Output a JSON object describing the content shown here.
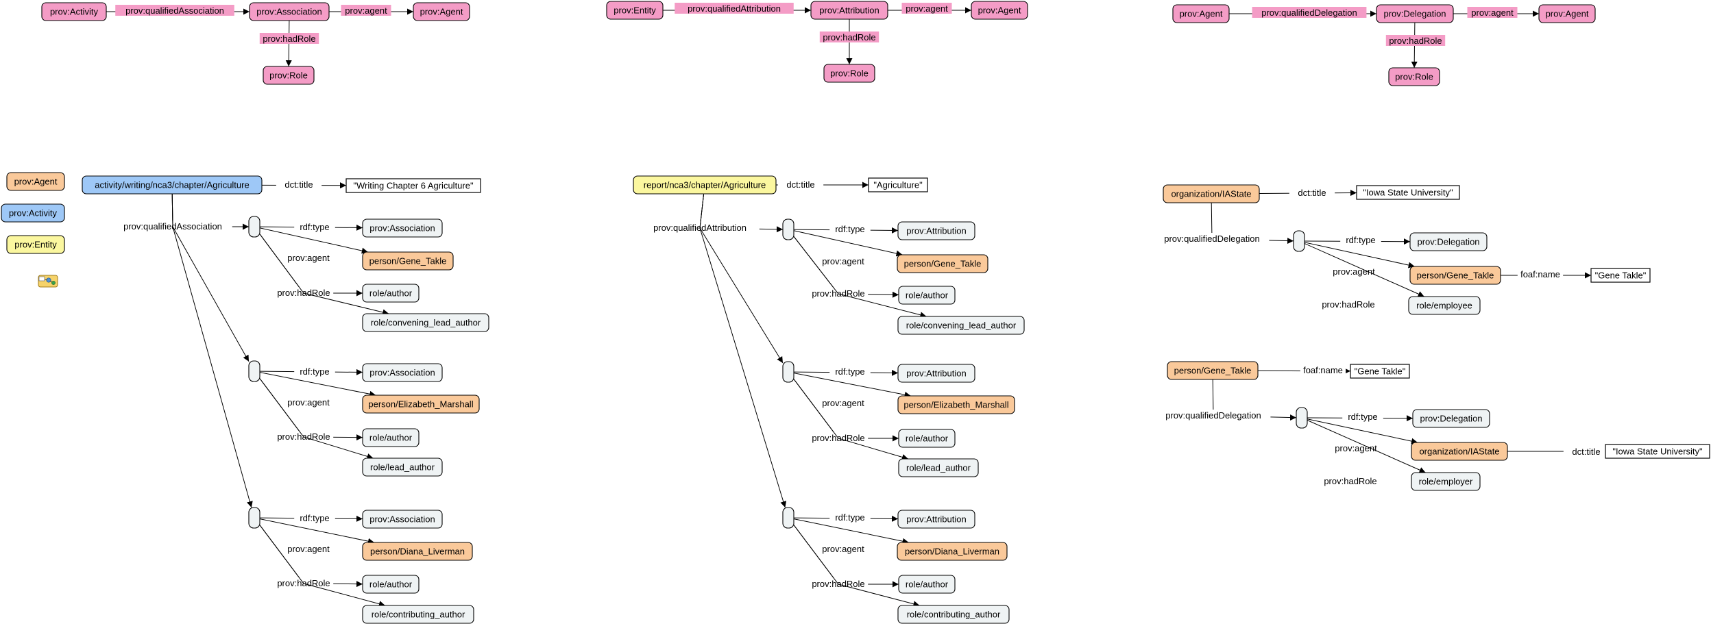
{
  "colors": {
    "prov_pink": "#f49cc6",
    "agent_orange": "#fac99a",
    "activity_blue": "#9ec8f7",
    "entity_yellow": "#fbf79f",
    "instance_grey": "#eff3f4",
    "edge_label_pink": "#f49cc6",
    "stroke": "#000000"
  },
  "icons": {
    "legend_icon": "rdf-graph-icon"
  },
  "legend": [
    {
      "id": "legend-agent",
      "label": "prov:Agent",
      "style": "agent"
    },
    {
      "id": "legend-activity",
      "label": "prov:Activity",
      "style": "activity"
    },
    {
      "id": "legend-entity",
      "label": "prov:Entity",
      "style": "entity"
    }
  ],
  "nodes": [
    {
      "id": "pa_activity",
      "label": "prov:Activity",
      "style": "prov"
    },
    {
      "id": "pa_association",
      "label": "prov:Association",
      "style": "prov"
    },
    {
      "id": "pa_agent",
      "label": "prov:Agent",
      "style": "prov"
    },
    {
      "id": "pa_role",
      "label": "prov:Role",
      "style": "prov"
    },
    {
      "id": "pb_entity",
      "label": "prov:Entity",
      "style": "prov"
    },
    {
      "id": "pb_attribution",
      "label": "prov:Attribution",
      "style": "prov"
    },
    {
      "id": "pb_agent",
      "label": "prov:Agent",
      "style": "prov"
    },
    {
      "id": "pb_role",
      "label": "prov:Role",
      "style": "prov"
    },
    {
      "id": "pc_agent1",
      "label": "prov:Agent",
      "style": "prov"
    },
    {
      "id": "pc_delegation",
      "label": "prov:Delegation",
      "style": "prov"
    },
    {
      "id": "pc_agent2",
      "label": "prov:Agent",
      "style": "prov"
    },
    {
      "id": "pc_role",
      "label": "prov:Role",
      "style": "prov"
    },
    {
      "id": "a_root",
      "label": "activity/writing/nca3/chapter/Agriculture",
      "style": "activity"
    },
    {
      "id": "a_title",
      "label": "\"Writing Chapter 6 Agriculture\"",
      "style": "literal"
    },
    {
      "id": "a1_b",
      "label": "",
      "style": "blank"
    },
    {
      "id": "a1_type",
      "label": "prov:Association",
      "style": "instance"
    },
    {
      "id": "a1_agent",
      "label": "person/Gene_Takle",
      "style": "agent"
    },
    {
      "id": "a1_role1",
      "label": "role/author",
      "style": "instance"
    },
    {
      "id": "a1_role2",
      "label": "role/convening_lead_author",
      "style": "instance"
    },
    {
      "id": "a2_b",
      "label": "",
      "style": "blank"
    },
    {
      "id": "a2_type",
      "label": "prov:Association",
      "style": "instance"
    },
    {
      "id": "a2_agent",
      "label": "person/Elizabeth_Marshall",
      "style": "agent"
    },
    {
      "id": "a2_role1",
      "label": "role/author",
      "style": "instance"
    },
    {
      "id": "a2_role2",
      "label": "role/lead_author",
      "style": "instance"
    },
    {
      "id": "a3_b",
      "label": "",
      "style": "blank"
    },
    {
      "id": "a3_type",
      "label": "prov:Association",
      "style": "instance"
    },
    {
      "id": "a3_agent",
      "label": "person/Diana_Liverman",
      "style": "agent"
    },
    {
      "id": "a3_role1",
      "label": "role/author",
      "style": "instance"
    },
    {
      "id": "a3_role2",
      "label": "role/contributing_author",
      "style": "instance"
    },
    {
      "id": "b_root",
      "label": "report/nca3/chapter/Agriculture",
      "style": "entity"
    },
    {
      "id": "b_title",
      "label": "\"Agriculture\"",
      "style": "literal"
    },
    {
      "id": "b1_b",
      "label": "",
      "style": "blank"
    },
    {
      "id": "b1_type",
      "label": "prov:Attribution",
      "style": "instance"
    },
    {
      "id": "b1_agent",
      "label": "person/Gene_Takle",
      "style": "agent"
    },
    {
      "id": "b1_role1",
      "label": "role/author",
      "style": "instance"
    },
    {
      "id": "b1_role2",
      "label": "role/convening_lead_author",
      "style": "instance"
    },
    {
      "id": "b2_b",
      "label": "",
      "style": "blank"
    },
    {
      "id": "b2_type",
      "label": "prov:Attribution",
      "style": "instance"
    },
    {
      "id": "b2_agent",
      "label": "person/Elizabeth_Marshall",
      "style": "agent"
    },
    {
      "id": "b2_role1",
      "label": "role/author",
      "style": "instance"
    },
    {
      "id": "b2_role2",
      "label": "role/lead_author",
      "style": "instance"
    },
    {
      "id": "b3_b",
      "label": "",
      "style": "blank"
    },
    {
      "id": "b3_type",
      "label": "prov:Attribution",
      "style": "instance"
    },
    {
      "id": "b3_agent",
      "label": "person/Diana_Liverman",
      "style": "agent"
    },
    {
      "id": "b3_role1",
      "label": "role/author",
      "style": "instance"
    },
    {
      "id": "b3_role2",
      "label": "role/contributing_author",
      "style": "instance"
    },
    {
      "id": "c_root",
      "label": "organization/IAState",
      "style": "agent"
    },
    {
      "id": "c_title",
      "label": "\"Iowa State University\"",
      "style": "literal"
    },
    {
      "id": "c1_b",
      "label": "",
      "style": "blank"
    },
    {
      "id": "c1_type",
      "label": "prov:Delegation",
      "style": "instance"
    },
    {
      "id": "c1_agent",
      "label": "person/Gene_Takle",
      "style": "agent"
    },
    {
      "id": "c1_name",
      "label": "\"Gene Takle\"",
      "style": "literal"
    },
    {
      "id": "c1_role",
      "label": "role/employee",
      "style": "instance"
    },
    {
      "id": "d_root",
      "label": "person/Gene_Takle",
      "style": "agent"
    },
    {
      "id": "d_name",
      "label": "\"Gene Takle\"",
      "style": "literal"
    },
    {
      "id": "d1_b",
      "label": "",
      "style": "blank"
    },
    {
      "id": "d1_type",
      "label": "prov:Delegation",
      "style": "instance"
    },
    {
      "id": "d1_agent",
      "label": "organization/IAState",
      "style": "agent"
    },
    {
      "id": "d1_title",
      "label": "\"Iowa State University\"",
      "style": "literal"
    },
    {
      "id": "d1_role",
      "label": "role/employer",
      "style": "instance"
    }
  ],
  "edges": [
    {
      "from": "pa_activity",
      "to": "pa_association",
      "label": "prov:qualifiedAssociation",
      "pink": true
    },
    {
      "from": "pa_association",
      "to": "pa_agent",
      "label": "prov:agent",
      "pink": true
    },
    {
      "from": "pa_association",
      "to": "pa_role",
      "label": "prov:hadRole",
      "pink": true
    },
    {
      "from": "pb_entity",
      "to": "pb_attribution",
      "label": "prov:qualifiedAttribution",
      "pink": true
    },
    {
      "from": "pb_attribution",
      "to": "pb_agent",
      "label": "prov:agent",
      "pink": true
    },
    {
      "from": "pb_attribution",
      "to": "pb_role",
      "label": "prov:hadRole",
      "pink": true
    },
    {
      "from": "pc_agent1",
      "to": "pc_delegation",
      "label": "prov:qualifiedDelegation",
      "pink": true
    },
    {
      "from": "pc_delegation",
      "to": "pc_agent2",
      "label": "prov:agent",
      "pink": true
    },
    {
      "from": "pc_delegation",
      "to": "pc_role",
      "label": "prov:hadRole",
      "pink": true
    },
    {
      "from": "a_root",
      "to": "a_title",
      "label": "dct:title"
    },
    {
      "from": "a_root",
      "to": "a1_b",
      "label": "prov:qualifiedAssociation",
      "group": "a_qa"
    },
    {
      "from": "a_root",
      "to": "a2_b",
      "label": "",
      "group": "a_qa"
    },
    {
      "from": "a_root",
      "to": "a3_b",
      "label": "",
      "group": "a_qa"
    },
    {
      "from": "a1_b",
      "to": "a1_type",
      "label": "rdf:type"
    },
    {
      "from": "a1_b",
      "to": "a1_agent",
      "label": "prov:agent"
    },
    {
      "from": "a1_b",
      "to": "a1_role1",
      "label": "prov:hadRole",
      "group": "a1_hr"
    },
    {
      "from": "a1_b",
      "to": "a1_role2",
      "label": "",
      "group": "a1_hr"
    },
    {
      "from": "a2_b",
      "to": "a2_type",
      "label": "rdf:type"
    },
    {
      "from": "a2_b",
      "to": "a2_agent",
      "label": "prov:agent"
    },
    {
      "from": "a2_b",
      "to": "a2_role1",
      "label": "prov:hadRole",
      "group": "a2_hr"
    },
    {
      "from": "a2_b",
      "to": "a2_role2",
      "label": "",
      "group": "a2_hr"
    },
    {
      "from": "a3_b",
      "to": "a3_type",
      "label": "rdf:type"
    },
    {
      "from": "a3_b",
      "to": "a3_agent",
      "label": "prov:agent"
    },
    {
      "from": "a3_b",
      "to": "a3_role1",
      "label": "prov:hadRole",
      "group": "a3_hr"
    },
    {
      "from": "a3_b",
      "to": "a3_role2",
      "label": "",
      "group": "a3_hr"
    },
    {
      "from": "b_root",
      "to": "b_title",
      "label": "dct:title"
    },
    {
      "from": "b_root",
      "to": "b1_b",
      "label": "prov:qualifiedAttribution",
      "group": "b_qa"
    },
    {
      "from": "b_root",
      "to": "b2_b",
      "label": "",
      "group": "b_qa"
    },
    {
      "from": "b_root",
      "to": "b3_b",
      "label": "",
      "group": "b_qa"
    },
    {
      "from": "b1_b",
      "to": "b1_type",
      "label": "rdf:type"
    },
    {
      "from": "b1_b",
      "to": "b1_agent",
      "label": "prov:agent"
    },
    {
      "from": "b1_b",
      "to": "b1_role1",
      "label": "prov:hadRole",
      "group": "b1_hr"
    },
    {
      "from": "b1_b",
      "to": "b1_role2",
      "label": "",
      "group": "b1_hr"
    },
    {
      "from": "b2_b",
      "to": "b2_type",
      "label": "rdf:type"
    },
    {
      "from": "b2_b",
      "to": "b2_agent",
      "label": "prov:agent"
    },
    {
      "from": "b2_b",
      "to": "b2_role1",
      "label": "prov:hadRole",
      "group": "b2_hr"
    },
    {
      "from": "b2_b",
      "to": "b2_role2",
      "label": "",
      "group": "b2_hr"
    },
    {
      "from": "b3_b",
      "to": "b3_type",
      "label": "rdf:type"
    },
    {
      "from": "b3_b",
      "to": "b3_agent",
      "label": "prov:agent"
    },
    {
      "from": "b3_b",
      "to": "b3_role1",
      "label": "prov:hadRole",
      "group": "b3_hr"
    },
    {
      "from": "b3_b",
      "to": "b3_role2",
      "label": "",
      "group": "b3_hr"
    },
    {
      "from": "c_root",
      "to": "c_title",
      "label": "dct:title"
    },
    {
      "from": "c_root",
      "to": "c1_b",
      "label": "prov:qualifiedDelegation",
      "group": "c_qd"
    },
    {
      "from": "c1_b",
      "to": "c1_type",
      "label": "rdf:type"
    },
    {
      "from": "c1_b",
      "to": "c1_agent",
      "label": "prov:agent"
    },
    {
      "from": "c1_agent",
      "to": "c1_name",
      "label": "foaf:name"
    },
    {
      "from": "c1_b",
      "to": "c1_role",
      "label": "prov:hadRole"
    },
    {
      "from": "d_root",
      "to": "d_name",
      "label": "foaf:name"
    },
    {
      "from": "d_root",
      "to": "d1_b",
      "label": "prov:qualifiedDelegation",
      "group": "d_qd"
    },
    {
      "from": "d1_b",
      "to": "d1_type",
      "label": "rdf:type"
    },
    {
      "from": "d1_b",
      "to": "d1_agent",
      "label": "prov:agent"
    },
    {
      "from": "d1_agent",
      "to": "d1_title",
      "label": "dct:title"
    },
    {
      "from": "d1_b",
      "to": "d1_role",
      "label": "prov:hadRole"
    }
  ]
}
